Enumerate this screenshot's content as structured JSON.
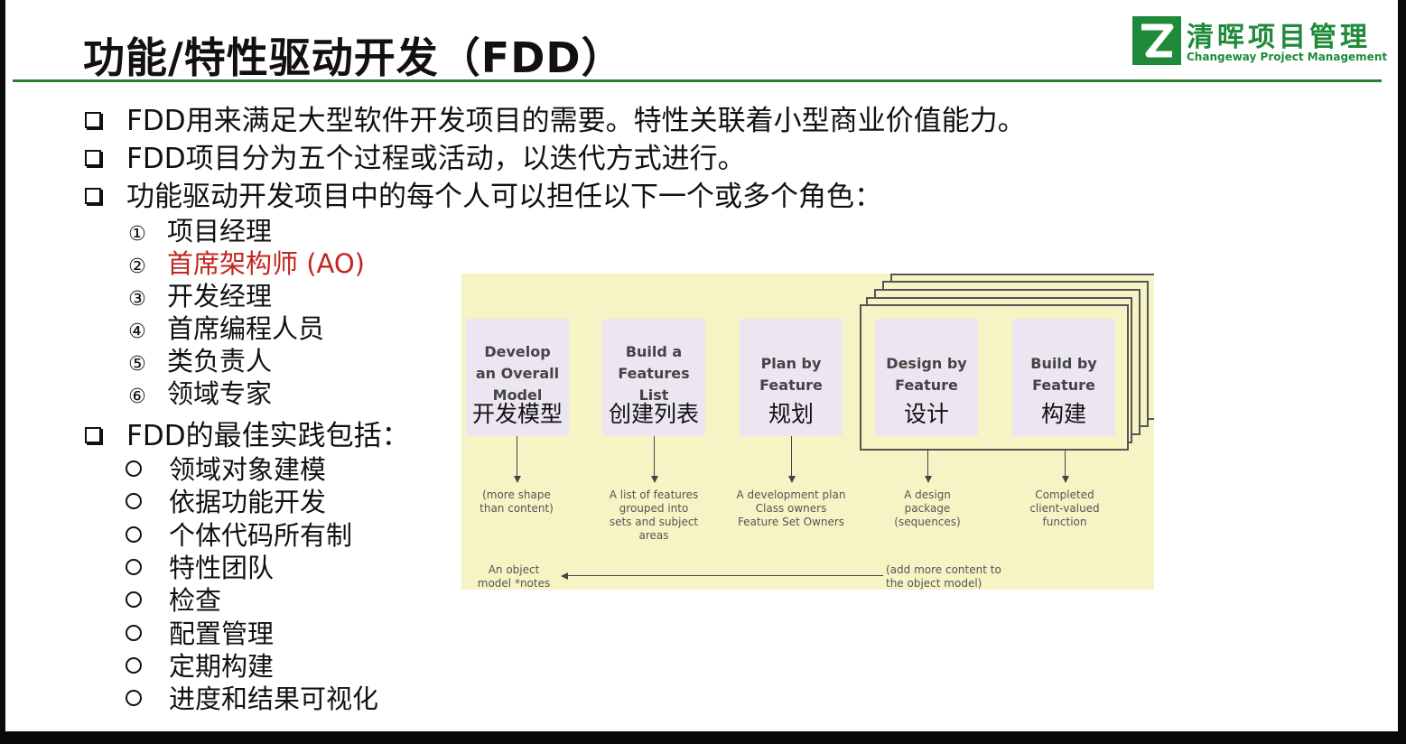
{
  "title": "功能/特性驱动开发（FDD）",
  "logo": {
    "cn": "清晖项目管理",
    "en": "Changeway Project Management"
  },
  "bullets": [
    "FDD用来满足大型软件开发项目的需要。特性关联着小型商业价值能力。",
    "FDD项目分为五个过程或活动，以迭代方式进行。",
    "功能驱动开发项目中的每个人可以担任以下一个或多个角色："
  ],
  "roles": [
    {
      "num": "①",
      "text": "项目经理"
    },
    {
      "num": "②",
      "text": "首席架构师 (AO)",
      "highlight": "#c0271d"
    },
    {
      "num": "③",
      "text": "开发经理"
    },
    {
      "num": "④",
      "text": "首席编程人员"
    },
    {
      "num": "⑤",
      "text": "类负责人"
    },
    {
      "num": "⑥",
      "text": "领域专家"
    }
  ],
  "practices_heading": "FDD的最佳实践包括：",
  "practices": [
    "领域对象建模",
    "依据功能开发",
    "个体代码所有制",
    "特性团队",
    "检查",
    "配置管理",
    "定期构建",
    "进度和结果可视化"
  ],
  "diagram": {
    "processes": [
      {
        "en": [
          "Develop",
          "an Overall",
          "Model"
        ],
        "cn": "开发模型",
        "note": [
          "(more shape",
          "than content)"
        ]
      },
      {
        "en": [
          "Build a",
          "Features",
          "List"
        ],
        "cn": "创建列表",
        "note": [
          "A list of features",
          "grouped into",
          "sets and subject",
          "areas"
        ]
      },
      {
        "en": [
          "Plan by",
          "Feature"
        ],
        "cn": "规划",
        "note": [
          "A development plan",
          "Class owners",
          "Feature Set Owners"
        ]
      },
      {
        "en": [
          "Design by",
          "Feature"
        ],
        "cn": "设计",
        "note": [
          "A design",
          "package",
          "(sequences)"
        ]
      },
      {
        "en": [
          "Build by",
          "Feature"
        ],
        "cn": "构建",
        "note": [
          "Completed",
          "client-valued",
          "function"
        ]
      }
    ],
    "feedback_left": [
      "An object",
      "model *notes"
    ],
    "feedback_right": [
      "(add more content to",
      "the object model)"
    ]
  },
  "colors": {
    "accent_green": "#2e7d32",
    "logo_green": "#1f8a3a",
    "highlight_red": "#c0271d",
    "diagram_bg": "#f6f4c4",
    "process_box": "#ebe6f1"
  }
}
